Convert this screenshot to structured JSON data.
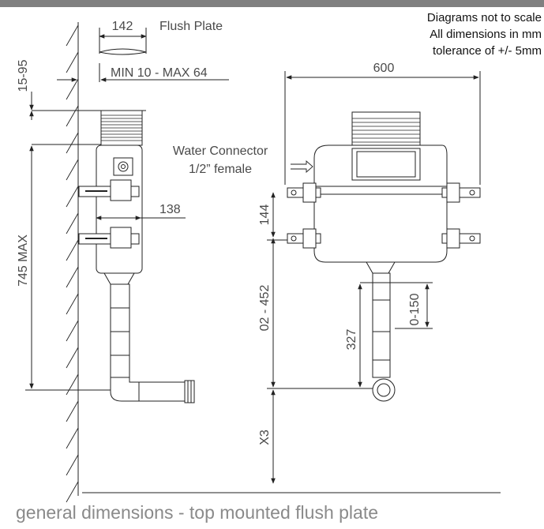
{
  "notes": {
    "line1": "Diagrams not to scale",
    "line2": "All dimensions in mm",
    "line3": "tolerance of +/- 5mm"
  },
  "labels": {
    "flush_plate": "Flush Plate",
    "water_connector_line1": "Water Connector",
    "water_connector_line2": "1/2” female"
  },
  "dimensions": {
    "plate_width": "142",
    "wall_gap": "MIN 10 - MAX 64",
    "plate_height": "15-95",
    "overall_height": "745 MAX",
    "depth": "138",
    "frame_width": "600",
    "bracket_spacing": "144",
    "outlet_height": "02 - 452",
    "pipe_length": "327",
    "adjust_range": "0-150",
    "floor_offset": "X3"
  },
  "caption": "general dimensions - top mounted flush plate",
  "colors": {
    "top_bar": "#808080",
    "line": "#222222",
    "text": "#4a4a4a",
    "caption": "#8a8a8a"
  }
}
